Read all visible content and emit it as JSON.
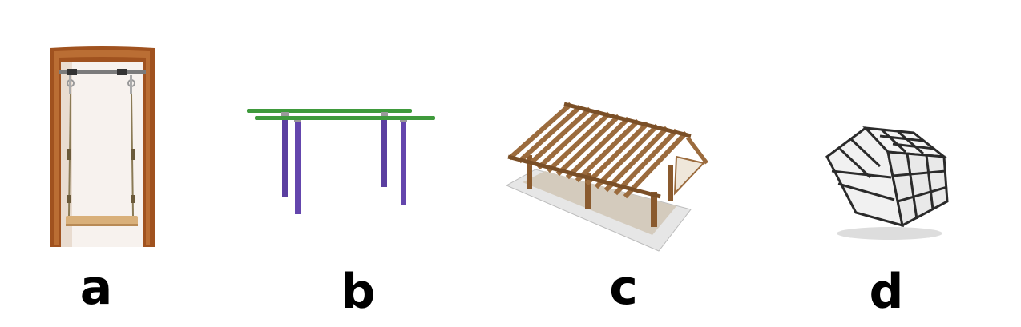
{
  "panels": [
    {
      "id": "a",
      "label": "a",
      "icon": "doorway-swing-icon"
    },
    {
      "id": "b",
      "label": "b",
      "icon": "parallel-bars-icon"
    },
    {
      "id": "c",
      "label": "c",
      "icon": "timber-pavilion-icon"
    },
    {
      "id": "d",
      "label": "d",
      "icon": "white-cube-puzzle-icon"
    }
  ],
  "colors": {
    "wood_frame": "#a0521f",
    "bar_green": "#3f9a3c",
    "post_purple": "#5b3fa0",
    "timber": "#9b6b3d",
    "cube_white": "#f4f4f4",
    "cube_edge": "#2b2b2b"
  }
}
